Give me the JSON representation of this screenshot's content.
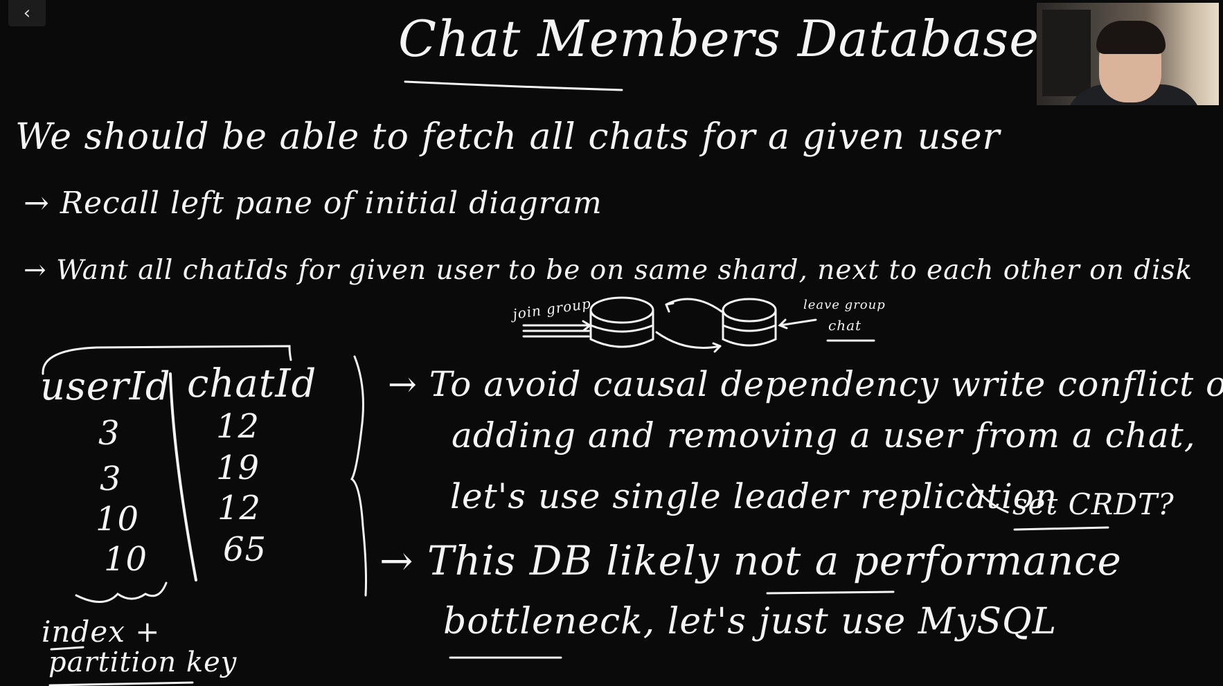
{
  "nav": {
    "back_glyph": "‹"
  },
  "title": "Chat Members Database",
  "lines": {
    "main": "We should be able to fetch all chats for a given user",
    "recall": "→ Recall left pane of initial diagram",
    "want": "→ Want all chatIds for given user to be on same shard, next to each other on disk"
  },
  "diagram": {
    "left_label": "join group",
    "right_label_1": "leave group",
    "right_label_2": "chat"
  },
  "table": {
    "col1": "userId",
    "col2": "chatId",
    "rows": [
      {
        "userId": "3",
        "chatId": "12"
      },
      {
        "userId": "3",
        "chatId": "19"
      },
      {
        "userId": "10",
        "chatId": "12"
      },
      {
        "userId": "10",
        "chatId": "65"
      }
    ],
    "note_1": "index +",
    "note_2": "partition key"
  },
  "notes": {
    "avoid_1": "→ To avoid causal dependency write conflict of",
    "avoid_2": "adding and removing a user from a chat,",
    "avoid_3": "let's use single leader replication",
    "crdt": "set CRDT?",
    "perf_1": "→ This DB likely not a performance",
    "perf_2": "bottleneck, let's just use MySQL"
  }
}
